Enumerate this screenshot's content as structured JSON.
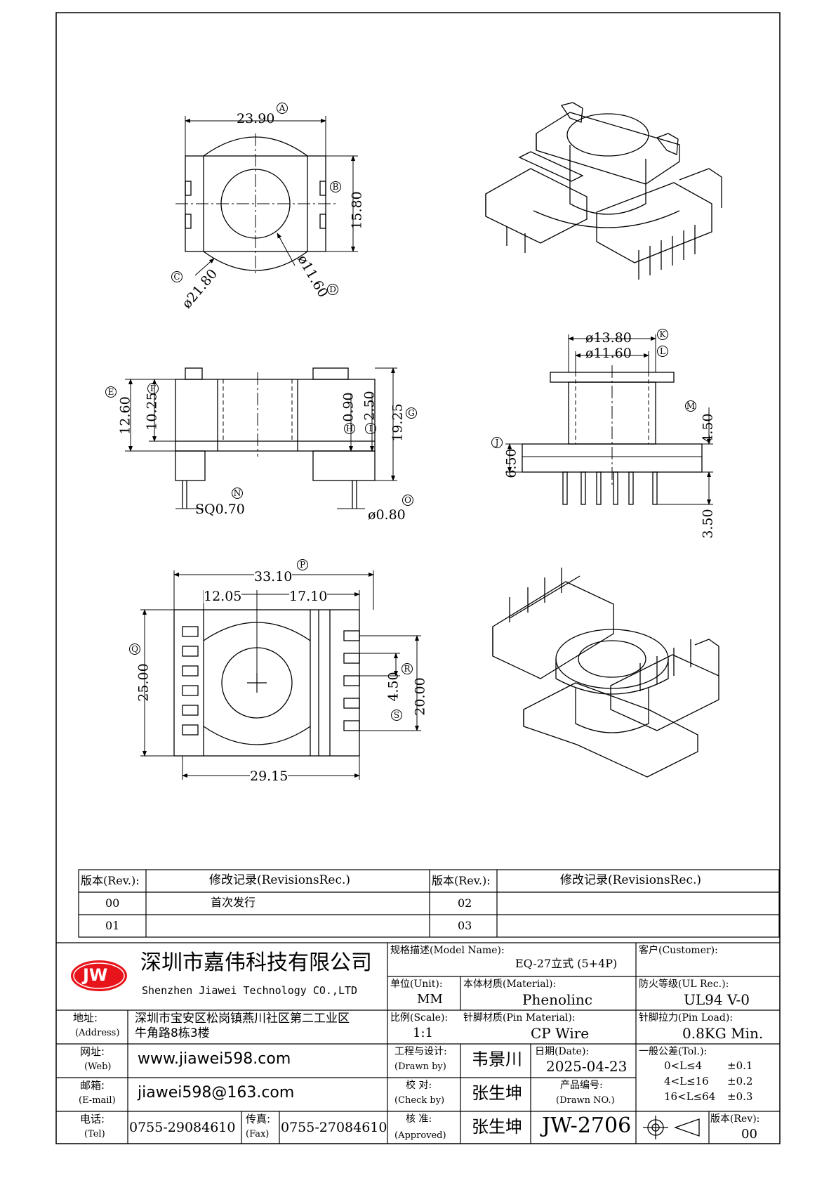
{
  "dims": {
    "A": {
      "letter": "A",
      "value": "23.90"
    },
    "B": {
      "letter": "B",
      "value": "15.80"
    },
    "C": {
      "letter": "C",
      "value": "ø21.80"
    },
    "D": {
      "letter": "D",
      "value": "ø11.60"
    },
    "E": {
      "letter": "E",
      "value": "12.60"
    },
    "F": {
      "letter": "F",
      "value": "10.25"
    },
    "G": {
      "letter": "G",
      "value": "19.25"
    },
    "H": {
      "letter": "H",
      "value": "0.90"
    },
    "I": {
      "letter": "I",
      "value": "2.50"
    },
    "J": {
      "letter": "J",
      "value": "6.50"
    },
    "K": {
      "letter": "K",
      "value": "ø13.80"
    },
    "L": {
      "letter": "L",
      "value": "ø11.60"
    },
    "M": {
      "letter": "M",
      "value": "4.50"
    },
    "N": {
      "letter": "N",
      "value": "SQ0.70"
    },
    "O": {
      "letter": "O",
      "value": "ø0.80"
    },
    "P": {
      "letter": "P",
      "value": "33.10"
    },
    "Q": {
      "letter": "Q",
      "value": "25.00"
    },
    "R": {
      "letter": "R",
      "value": "20.00"
    },
    "S": {
      "letter": "S",
      "value": "4.50"
    },
    "pin_len": "3.50",
    "d1205": "12.05",
    "d1710": "17.10",
    "d2915": "29.15"
  },
  "revisions": {
    "rev_label": "版本(Rev.):",
    "rec_label": "修改记录(RevisionsRec.)",
    "rows": [
      {
        "rev": "00",
        "rec": "首次发行",
        "rev2": "02",
        "rec2": ""
      },
      {
        "rev": "01",
        "rec": "",
        "rev2": "03",
        "rec2": ""
      }
    ]
  },
  "company": {
    "logo": "JW",
    "name_cn": "深圳市嘉伟科技有限公司",
    "name_en": "Shenzhen Jiawei Technology CO.,LTD",
    "address_label": "地址:",
    "address_label_en": "(Address)",
    "address_line1": "深圳市宝安区松岗镇燕川社区第二工业区",
    "address_line2": "牛角路8栋3楼",
    "web_label": "网址:",
    "web_label_en": "(Web)",
    "web": "www.jiawei598.com",
    "email_label": "邮箱:",
    "email_label_en": "(E-mail)",
    "email": "jiawei598@163.com",
    "tel_label": "电话:",
    "tel_label_en": "(Tel)",
    "tel": "0755-29084610",
    "fax_label": "传真:",
    "fax_label_en": "(Fax)",
    "fax": "0755-27084610"
  },
  "spec": {
    "model_label": "规格描述(Model Name):",
    "model": "EQ-27立式 (5+4P)",
    "customer_label": "客户(Customer):",
    "customer": "",
    "unit_label": "单位(Unit):",
    "unit": "MM",
    "material_label": "本体材质(Material):",
    "material": "Phenolinc",
    "ul_label": "防火等级(UL Rec.):",
    "ul": "UL94 V-0",
    "scale_label": "比例(Scale):",
    "scale": "1:1",
    "pin_material_label": "针脚材质(Pin Material):",
    "pin_material": "CP Wire",
    "pin_load_label": "针脚拉力(Pin Load):",
    "pin_load": "0.8KG Min.",
    "design_label": "工程与设计:",
    "design_label_en": "(Drawn by)",
    "designer": "韦景川",
    "date_label": "日期(Date):",
    "date": "2025-04-23",
    "tol_label": "一般公差(Tol.):",
    "tol": [
      {
        "range": "0<L≤4",
        "val": "±0.1"
      },
      {
        "range": "4<L≤16",
        "val": "±0.2"
      },
      {
        "range": "16<L≤64",
        "val": "±0.3"
      }
    ],
    "check_label": "校  对:",
    "check_label_en": "(Check by)",
    "checker": "张生坤",
    "drawn_no_label": "产品编号:",
    "drawn_no_label_en": "(Drawn NO.)",
    "approve_label": "核  准:",
    "approve_label_en": "(Approved)",
    "approver": "张生坤",
    "drawing_no": "JW-2706",
    "rev_label": "版本(Rev):",
    "rev": "00"
  },
  "colors": {
    "logo": "#e8141b",
    "line": "#000000"
  }
}
